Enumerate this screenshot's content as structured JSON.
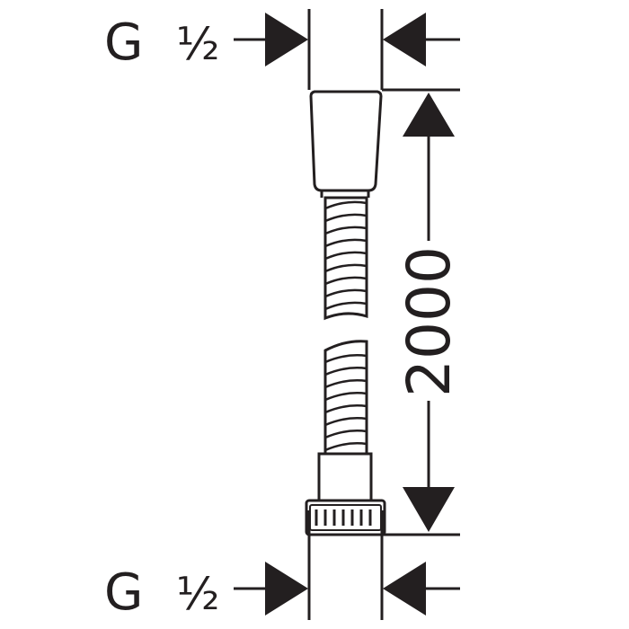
{
  "diagram": {
    "top_connection": {
      "thread_letter": "G",
      "thread_size": "½"
    },
    "bottom_connection": {
      "thread_letter": "G",
      "thread_size": "½"
    },
    "length_label": "2000",
    "line_color": "#231f20"
  }
}
